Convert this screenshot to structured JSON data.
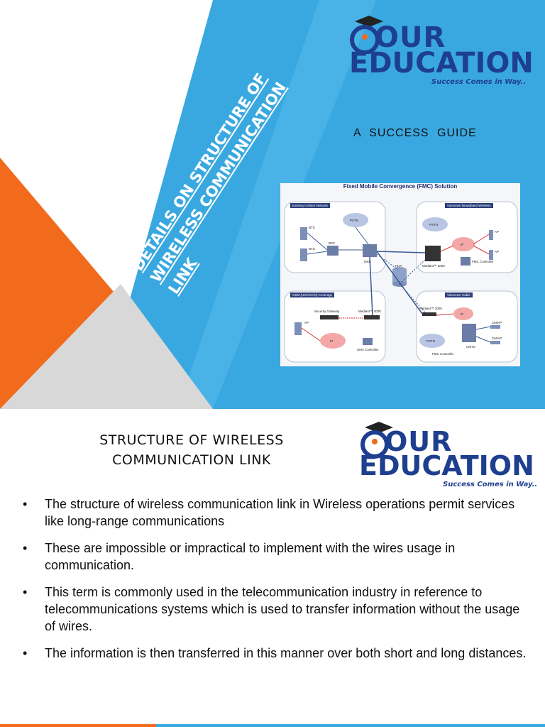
{
  "slide1": {
    "title": "DETAILS ON STRUCTURE OF WIRELESS COMMUNICATION LINK",
    "guide_text": "A SUCCESS GUIDE",
    "logo": {
      "line1": "OUR",
      "line2": "EDUCATION",
      "tagline": "Success Comes in Way.."
    },
    "diagram": {
      "title": "Fixed Mobile Convergence (FMC) Solution",
      "panels": [
        "Existing Cellular Network",
        "Voiceover Broadband Wireless",
        "GSM (UMA/GAN) Coverage",
        "Voiceover Cable"
      ],
      "labels": {
        "pstn": "PSTN",
        "ip": "IP",
        "bts": "BTS",
        "bsc": "BSC",
        "msc": "MSC",
        "hlr": "HLR",
        "ap": "AP",
        "fmc_controller": "FMC Controller",
        "cmts": "CMTS",
        "cm_ap": "CM/AP",
        "uma_controller": "UMA Controller",
        "security_gateway": "Security Gateway",
        "mediant_3000": "Mediant™ 3000",
        "mediant_2000": "Mediant™ 2000"
      }
    }
  },
  "slide2": {
    "title": "STRUCTURE OF WIRELESS COMMUNICATION LINK",
    "logo": {
      "line1": "OUR",
      "line2": "EDUCATION",
      "tagline": "Success Comes in Way.."
    },
    "bullet_symbol": "•",
    "bullets": [
      "The structure of wireless communication link in Wireless operations permit services like long-range communications",
      "These are impossible or impractical to implement with the wires usage in communication.",
      "This term is commonly used in the telecommunication industry in reference to telecommunications systems which is used to transfer information without the usage of wires.",
      "The information is then transferred in this manner over both short and long distances."
    ]
  },
  "colors": {
    "blue": "#3aa8e0",
    "orange": "#f26b1d",
    "navy": "#1e3f8f",
    "gray": "#e8e8e8"
  }
}
